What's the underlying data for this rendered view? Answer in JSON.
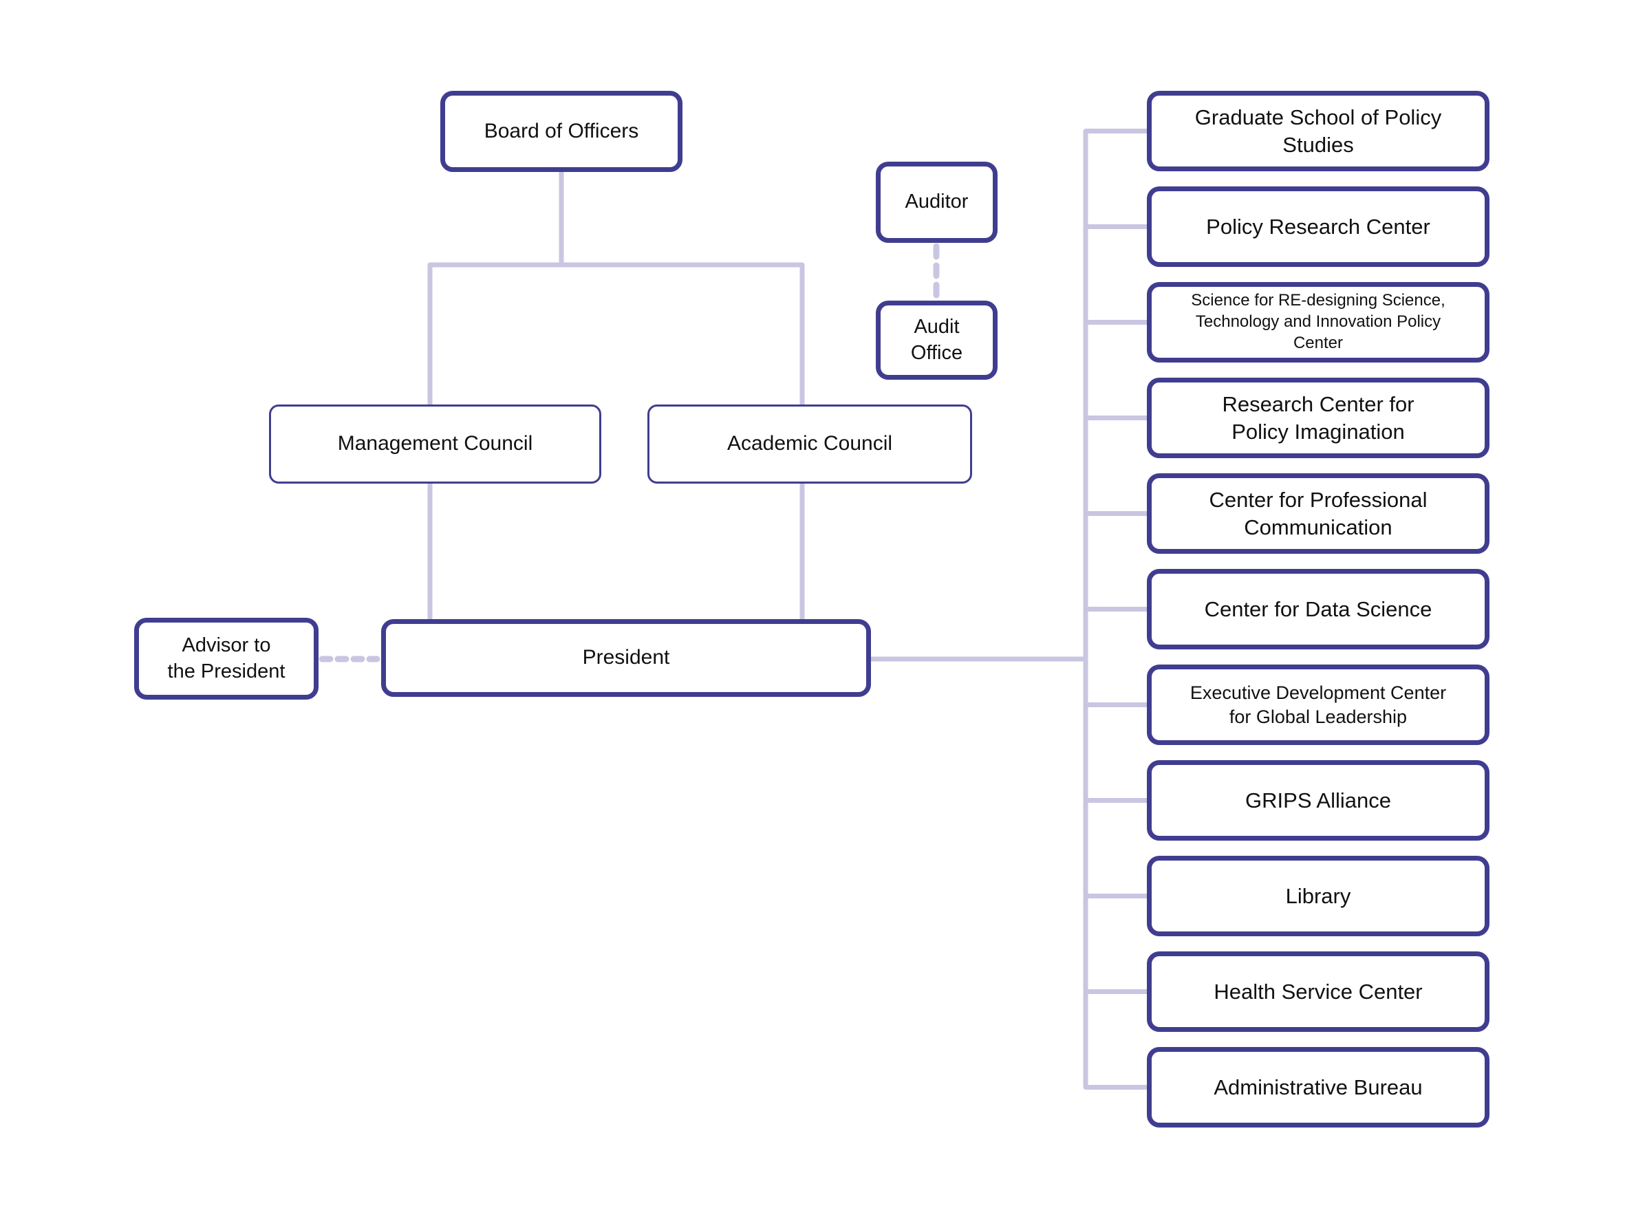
{
  "palette": {
    "border_indigo": "#403d90",
    "connector_lavender": "#c9c6e2",
    "text_black": "#111111",
    "background": "#ffffff"
  },
  "governance": {
    "board": "Board of Officers",
    "auditor": "Auditor",
    "audit_office": "Audit\nOffice",
    "management_council": "Management Council",
    "academic_council": "Academic Council",
    "advisor": "Advisor to\nthe President",
    "president": "President"
  },
  "units": [
    "Graduate School of Policy\nStudies",
    "Policy Research Center",
    "Science for RE-designing Science,\nTechnology and Innovation Policy\nCenter",
    "Research Center for\nPolicy Imagination",
    "Center for Professional\nCommunication",
    "Center for Data Science",
    "Executive Development Center\nfor Global Leadership",
    "GRIPS Alliance",
    "Library",
    "Health Service Center",
    "Administrative Bureau"
  ],
  "edges": [
    {
      "from": "Board of Officers",
      "to": "Management Council",
      "style": "solid"
    },
    {
      "from": "Board of Officers",
      "to": "Academic Council",
      "style": "solid"
    },
    {
      "from": "Management Council",
      "to": "President",
      "style": "solid"
    },
    {
      "from": "Academic Council",
      "to": "President",
      "style": "solid"
    },
    {
      "from": "Auditor",
      "to": "Audit Office",
      "style": "dashed"
    },
    {
      "from": "Advisor to the President",
      "to": "President",
      "style": "dashed"
    },
    {
      "from": "President",
      "to": "Graduate School of Policy Studies",
      "style": "solid"
    },
    {
      "from": "President",
      "to": "Policy Research Center",
      "style": "solid"
    },
    {
      "from": "President",
      "to": "Science for RE-designing Science, Technology and Innovation Policy Center",
      "style": "solid"
    },
    {
      "from": "President",
      "to": "Research Center for Policy Imagination",
      "style": "solid"
    },
    {
      "from": "President",
      "to": "Center for Professional Communication",
      "style": "solid"
    },
    {
      "from": "President",
      "to": "Center for Data Science",
      "style": "solid"
    },
    {
      "from": "President",
      "to": "Executive Development Center for Global Leadership",
      "style": "solid"
    },
    {
      "from": "President",
      "to": "GRIPS Alliance",
      "style": "solid"
    },
    {
      "from": "President",
      "to": "Library",
      "style": "solid"
    },
    {
      "from": "President",
      "to": "Health Service Center",
      "style": "solid"
    },
    {
      "from": "President",
      "to": "Administrative Bureau",
      "style": "solid"
    }
  ]
}
